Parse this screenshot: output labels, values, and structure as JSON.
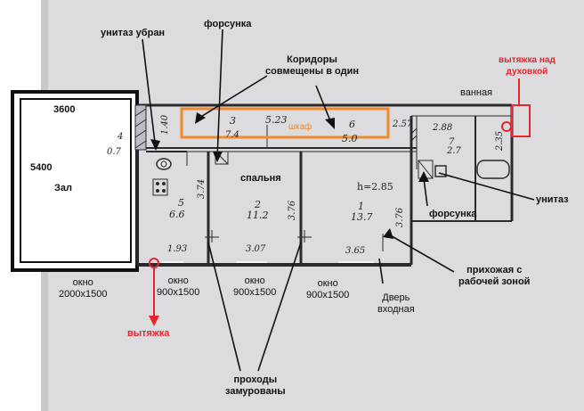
{
  "labels": {
    "toilet_removed": "унитаз убран",
    "nozzle_top": "форсунка",
    "corridors_line1": "Коридоры",
    "corridors_line2": "совмещены в один",
    "vent_gas_line1": "вытяжка над",
    "vent_gas_line2": "духовкой",
    "bathroom": "ванная",
    "toilet": "унитаз",
    "nozzle_bottom": "форсунка",
    "bedroom": "спальня",
    "hall": "Зал",
    "hall_width": "3600",
    "hall_length": "5400",
    "closet": "шкаф",
    "ceiling_height": "h=2.85",
    "hallway_line1": "прихожая с",
    "hallway_line2": "рабочей зоной",
    "window_big_line1": "окно",
    "window_big_line2": "2000x1500",
    "window1_line1": "окно",
    "window1_line2": "900x1500",
    "window2_line1": "окно",
    "window2_line2": "900x1500",
    "window3_line1": "окно",
    "window3_line2": "900x1500",
    "door_line1": "Дверь",
    "door_line2": "входная",
    "exhaust": "вытяжка",
    "passages_line1": "проходы",
    "passages_line2": "замурованы"
  },
  "plan_numbers": {
    "room3": "3",
    "room3_area": "5.23",
    "room3_sub": "7.4",
    "room6": "6",
    "room6_area": "5.0",
    "room4": "4",
    "room4_area": "0.7",
    "dim_140": "1.40",
    "dim_257": "2.57",
    "dim_288": "2.88",
    "room7": "7",
    "room7_area": "2.7",
    "dim_235": "2.35",
    "room5": "5",
    "room5_area": "6.6",
    "dim_374": "3.74",
    "room2": "2",
    "room2_area": "11.2",
    "dim_376a": "3.76",
    "room1": "1",
    "room1_area": "13.7",
    "dim_376b": "3.76",
    "dim_193": "1.93",
    "dim_307": "3.07",
    "dim_365": "3.65"
  },
  "colors": {
    "annotation_red": "#e8242c",
    "closet_orange": "#f08a2a",
    "paper": "#dcdcdf",
    "line": "#2a2a2e"
  }
}
